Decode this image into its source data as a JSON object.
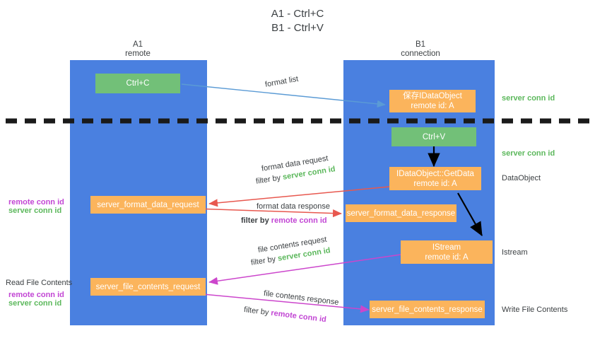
{
  "title": {
    "line1": "A1 - Ctrl+C",
    "line2": "B1 - Ctrl+V"
  },
  "colors": {
    "lane": "#4a80e0",
    "green_node": "#72c078",
    "orange_node": "#fbb45c",
    "server_conn_id": "#5cb85c",
    "remote_conn_id": "#c246d4",
    "red_arrow": "#e8584f",
    "magenta_arrow": "#cc46cc",
    "blue_arrow": "#5b9bd5",
    "black_arrow": "#000000",
    "divider": "#1a1a1a",
    "text": "#3c4043"
  },
  "lanes": [
    {
      "id": "a1",
      "title": "A1",
      "subtitle": "remote"
    },
    {
      "id": "b1",
      "title": "B1",
      "subtitle": "connection"
    }
  ],
  "nodes": {
    "ctrl_c": {
      "line1": "Ctrl+C",
      "line2": ""
    },
    "save_idataobject": {
      "line1": "保存IDataObject",
      "line2": "remote id: A"
    },
    "ctrl_v": {
      "line1": "Ctrl+V",
      "line2": ""
    },
    "getdata": {
      "line1": "IDataObject::GetData",
      "line2": "remote id: A"
    },
    "istream": {
      "line1": "IStream",
      "line2": "remote id: A"
    },
    "fmt_data_request": {
      "line1": "server_format_data_request",
      "line2": ""
    },
    "fmt_data_response": {
      "line1": "server_format_data_response",
      "line2": ""
    },
    "file_contents_request": {
      "line1": "server_file_contents_request",
      "line2": ""
    },
    "file_contents_response": {
      "line1": "server_file_contents_response",
      "line2": ""
    }
  },
  "edge_labels": {
    "format_list": "format list",
    "format_data_request": "format data request",
    "format_data_response": "format data response",
    "file_contents_request": "file contents request",
    "file_contents_response": "file contents response",
    "filter_by": "filter by",
    "server_conn_id": "server conn id",
    "remote_conn_id": "remote conn id"
  },
  "side_labels": {
    "right_server_conn_1": "server conn id",
    "right_server_conn_2": "server conn id",
    "right_dataobject": "DataObject",
    "right_istream": "Istream",
    "right_write_file_contents": "Write File Contents",
    "left_read_file_contents": "Read File Contents",
    "left_remote_conn_id_1": "remote conn id",
    "left_server_conn_id_1": "server conn id",
    "left_remote_conn_id_2": "remote conn id",
    "left_server_conn_id_2": "server conn id"
  }
}
